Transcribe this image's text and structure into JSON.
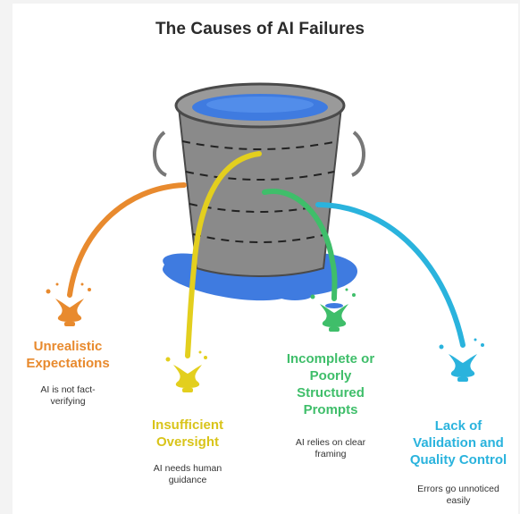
{
  "title": "The Causes of AI Failures",
  "colors": {
    "orange": "#E88A2E",
    "yellow": "#E3CF1E",
    "green": "#3FBE6A",
    "blue": "#2AB3DD",
    "bucket": "#8A8A8A",
    "water": "#3F7BE0"
  },
  "causes": [
    {
      "title_lines": [
        "Unrealistic",
        "Expectations"
      ],
      "desc_lines": [
        "AI is not fact-",
        "verifying"
      ],
      "color": "orange",
      "icon": "paint-splash-icon"
    },
    {
      "title_lines": [
        "Insufficient",
        "Oversight"
      ],
      "desc_lines": [
        "AI needs human",
        "guidance"
      ],
      "color": "yellow",
      "icon": "paint-splash-icon"
    },
    {
      "title_lines": [
        "Incomplete or",
        "Poorly",
        "Structured",
        "Prompts"
      ],
      "desc_lines": [
        "AI relies on clear",
        "framing"
      ],
      "color": "green",
      "icon": "paint-splash-icon"
    },
    {
      "title_lines": [
        "Lack of",
        "Validation and",
        "Quality Control"
      ],
      "desc_lines": [
        "Errors go unnoticed",
        "easily"
      ],
      "color": "blue",
      "icon": "paint-splash-icon"
    }
  ],
  "central_icon": "leaking-bucket-icon"
}
